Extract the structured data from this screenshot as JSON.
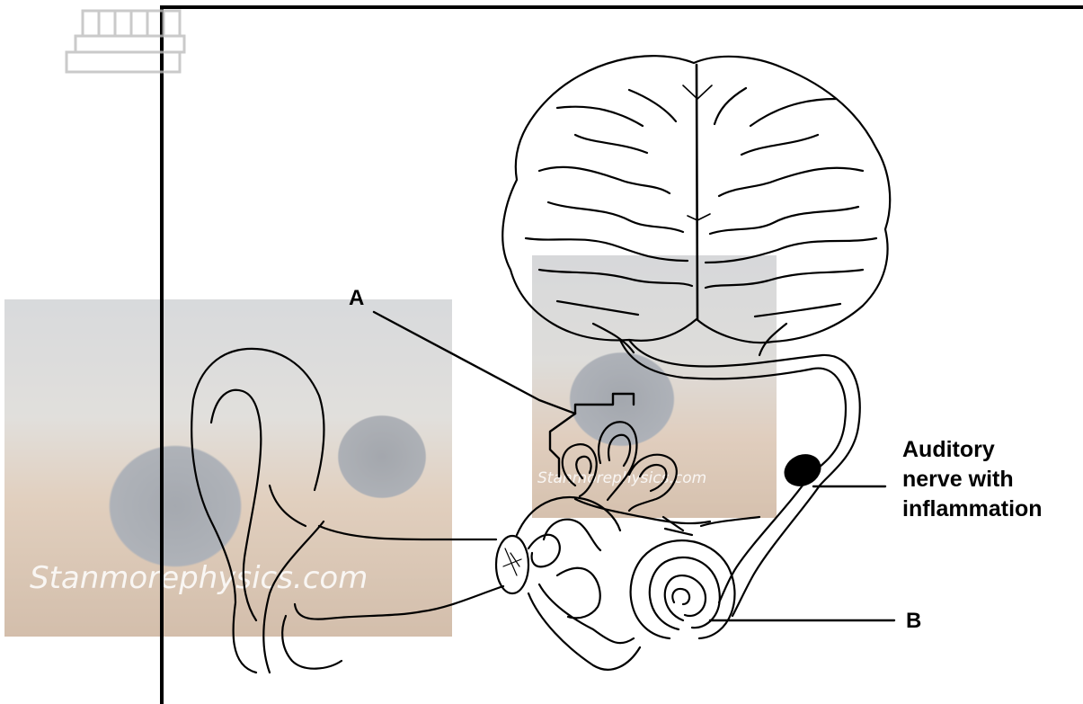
{
  "labels": {
    "a": "A",
    "b": "B",
    "nerve_line1": "Auditory",
    "nerve_line2": "nerve with",
    "nerve_line3": "inflammation"
  },
  "watermarks": {
    "left_text": "Stanmorephysics.com",
    "right_text": "Stanmorephysics.com"
  }
}
